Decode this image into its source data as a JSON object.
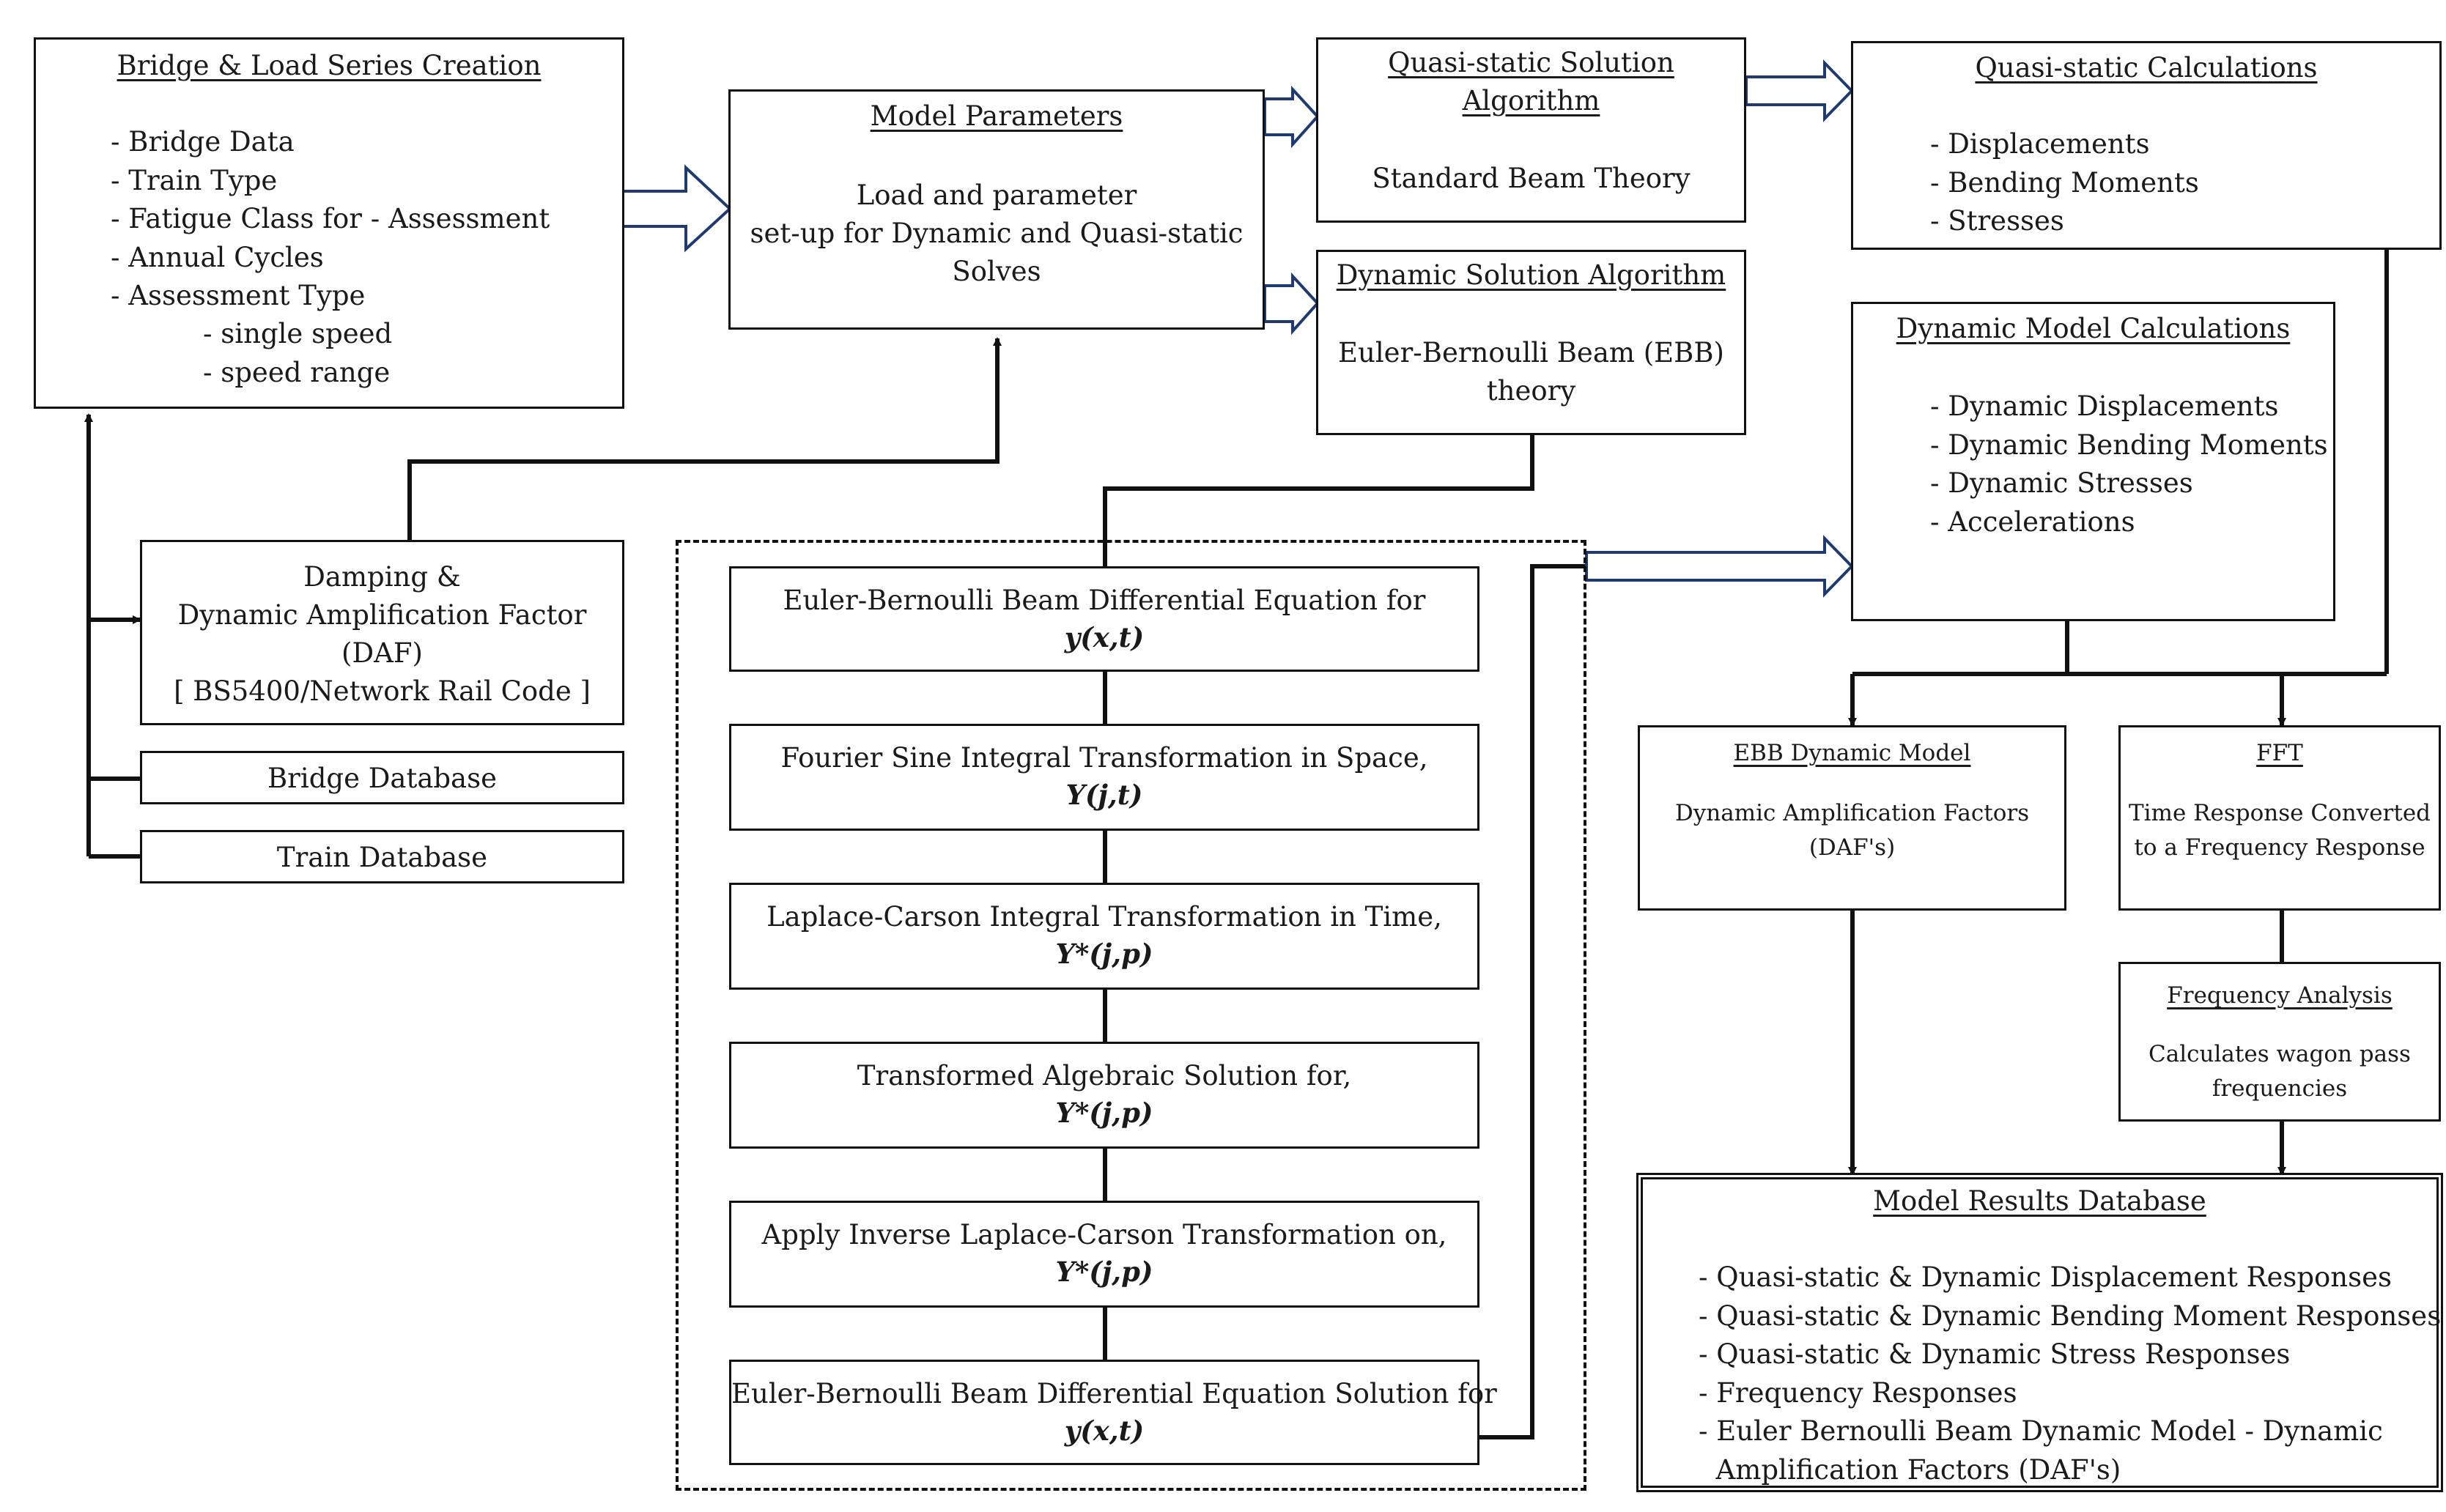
{
  "bridge_load": {
    "title": "Bridge & Load Series Creation",
    "items": [
      "- Bridge Data",
      "- Train Type",
      "- Fatigue Class for - Assessment",
      "- Annual Cycles",
      "- Assessment Type"
    ],
    "subitems": [
      "- single speed",
      "- speed range"
    ]
  },
  "model_params": {
    "title": "Model Parameters",
    "lines": [
      "Load and parameter",
      "set-up for Dynamic and Quasi-static",
      "Solves"
    ]
  },
  "quasi_algo": {
    "title_lines": [
      "Quasi-static Solution",
      "Algorithm"
    ],
    "text": "Standard Beam Theory"
  },
  "dyn_algo": {
    "title": "Dynamic Solution Algorithm",
    "lines": [
      "Euler-Bernoulli Beam (EBB)",
      "theory"
    ]
  },
  "quasi_calc": {
    "title": "Quasi-static Calculations",
    "items": [
      "- Displacements",
      "- Bending Moments",
      "- Stresses"
    ]
  },
  "dyn_calc": {
    "title": "Dynamic Model Calculations",
    "items": [
      "- Dynamic Displacements",
      "- Dynamic Bending Moments",
      "- Dynamic Stresses",
      "- Accelerations"
    ]
  },
  "damping": {
    "lines": [
      "Damping &",
      "Dynamic Amplification Factor",
      "(DAF)",
      "[ BS5400/Network Rail Code ]"
    ]
  },
  "bridge_db": {
    "label": "Bridge Database"
  },
  "train_db": {
    "label": "Train Database"
  },
  "steps": [
    {
      "text": "Euler-Bernoulli Beam Differential Equation for",
      "math": "y(x,t)"
    },
    {
      "text": "Fourier Sine Integral Transformation in Space,",
      "math": "Y(j,t)"
    },
    {
      "text": "Laplace-Carson Integral Transformation in Time,",
      "math": "Y*(j,p)"
    },
    {
      "text": "Transformed Algebraic Solution for,",
      "math": "Y*(j,p)"
    },
    {
      "text": "Apply Inverse Laplace-Carson Transformation on,",
      "math": "Y*(j,p)"
    },
    {
      "text": "Euler-Bernoulli Beam Differential Equation Solution for",
      "math": "y(x,t)"
    }
  ],
  "ebb_model": {
    "title": "EBB Dynamic Model",
    "lines": [
      "Dynamic Amplification Factors",
      "(DAF's)"
    ]
  },
  "fft": {
    "title": "FFT",
    "lines": [
      "Time Response Converted",
      "to a Frequency Response"
    ]
  },
  "freq": {
    "title": "Frequency Analysis",
    "lines": [
      "Calculates wagon pass",
      "frequencies"
    ]
  },
  "results": {
    "title": "Model Results Database",
    "items": [
      "- Quasi-static & Dynamic Displacement Responses",
      "- Quasi-static & Dynamic Bending Moment Responses",
      "- Quasi-static & Dynamic Stress Responses",
      "- Frequency Responses",
      "- Euler Bernoulli Beam Dynamic Model - Dynamic",
      "  Amplification Factors (DAF's)"
    ]
  }
}
